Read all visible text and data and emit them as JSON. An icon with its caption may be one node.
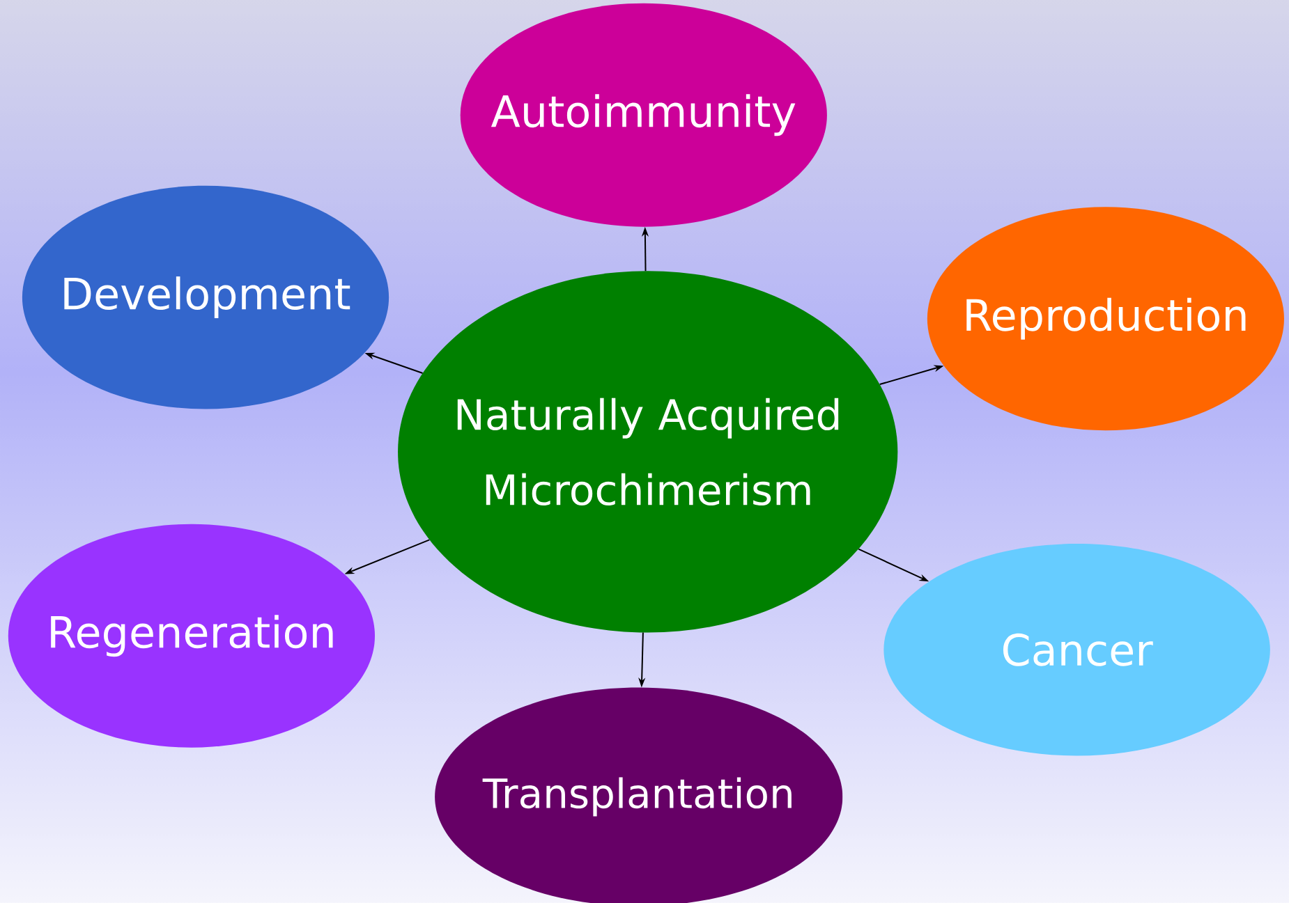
{
  "diagram": {
    "nodes": [
      {
        "text": [
          "Autoimmunity"
        ]
      },
      {
        "text": [
          "Development"
        ]
      },
      {
        "text": [
          "Reproduction"
        ]
      },
      {
        "text": [
          "Naturally Acquired Microchimerism"
        ]
      },
      {
        "text": [
          "Regeneration"
        ]
      },
      {
        "text": [
          "Cancer"
        ]
      },
      {
        "text": [
          "Transplantation"
        ]
      }
    ],
    "edges": [
      {
        "from": 3,
        "to": 0,
        "arrow": "to"
      },
      {
        "from": 3,
        "to": 1,
        "arrow": "to"
      },
      {
        "from": 3,
        "to": 2,
        "arrow": "to"
      },
      {
        "from": 3,
        "to": 4,
        "arrow": "to"
      },
      {
        "from": 3,
        "to": 5,
        "arrow": "to"
      },
      {
        "from": 3,
        "to": 6,
        "arrow": "to"
      }
    ]
  }
}
